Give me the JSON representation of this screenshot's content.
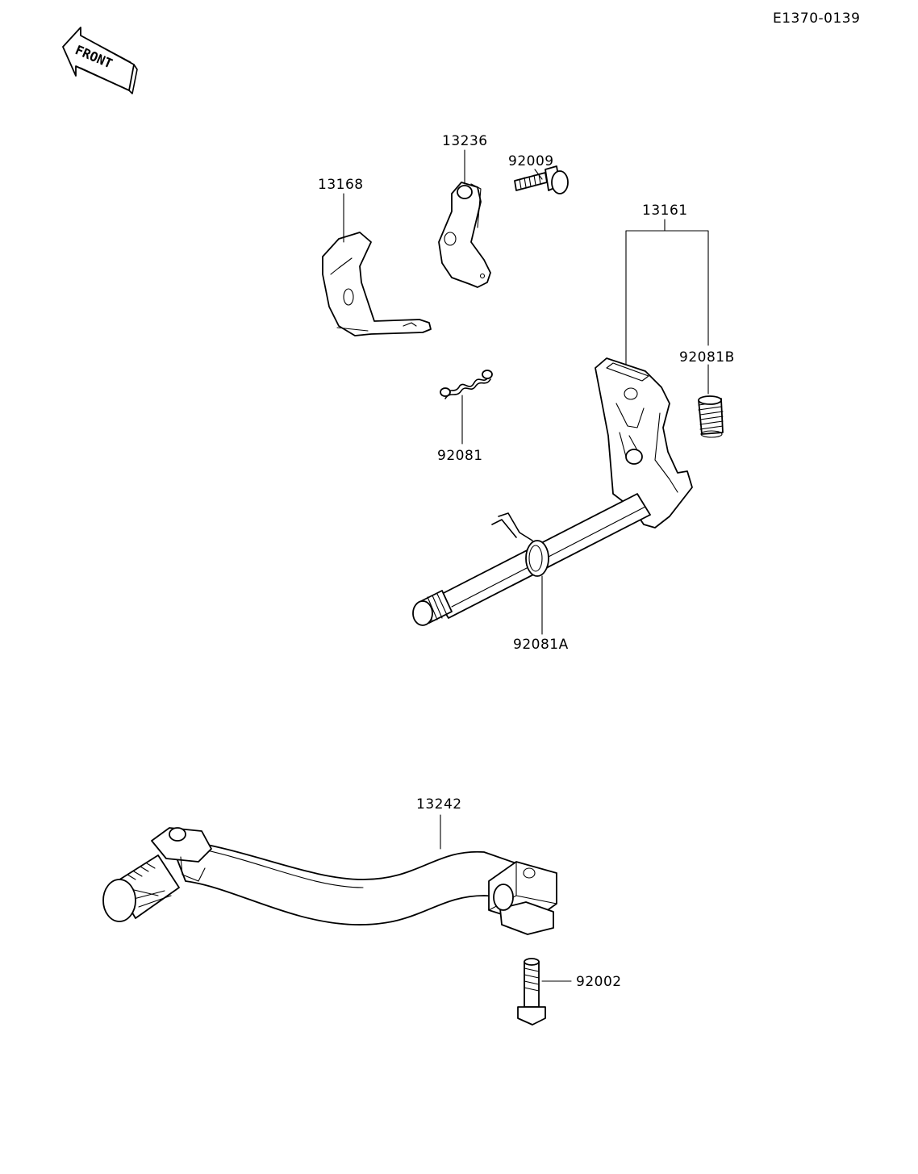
{
  "diagram_code": "E1370-0139",
  "front_label": "FRONT",
  "parts": {
    "p13236": "13236",
    "p92009": "92009",
    "p13168": "13168",
    "p13161": "13161",
    "p92081B": "92081B",
    "p92081": "92081",
    "p92081A": "92081A",
    "p13242": "13242",
    "p92002": "92002"
  }
}
